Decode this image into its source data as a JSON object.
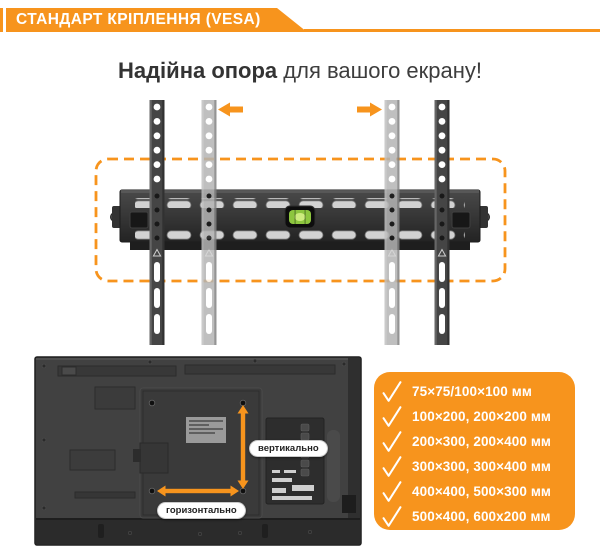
{
  "header": {
    "title": "СТАНДАРТ КРІПЛЕННЯ (VESA)"
  },
  "headline": {
    "bold": "Надійна опора",
    "rest": " для вашого екрану!"
  },
  "tv_labels": {
    "vertical": "вертикально",
    "horizontal": "горизонтально"
  },
  "vesa_list": {
    "items": [
      "75×75/100×100 мм",
      "100×200, 200×200 мм",
      "200×300, 200×400 мм",
      "300×300, 300×400 мм",
      "400×400, 500×300 мм",
      "500×400, 600x200 мм"
    ]
  },
  "icons": {
    "list_bullet": "check-icon",
    "direction_arrows": "double-arrow-icon"
  },
  "colors": {
    "accent_orange": "#F7941D",
    "level_green": "#8DC63F",
    "text_dark": "#333333",
    "list_text": "#FFFFFF",
    "tv_body": "#414141"
  }
}
